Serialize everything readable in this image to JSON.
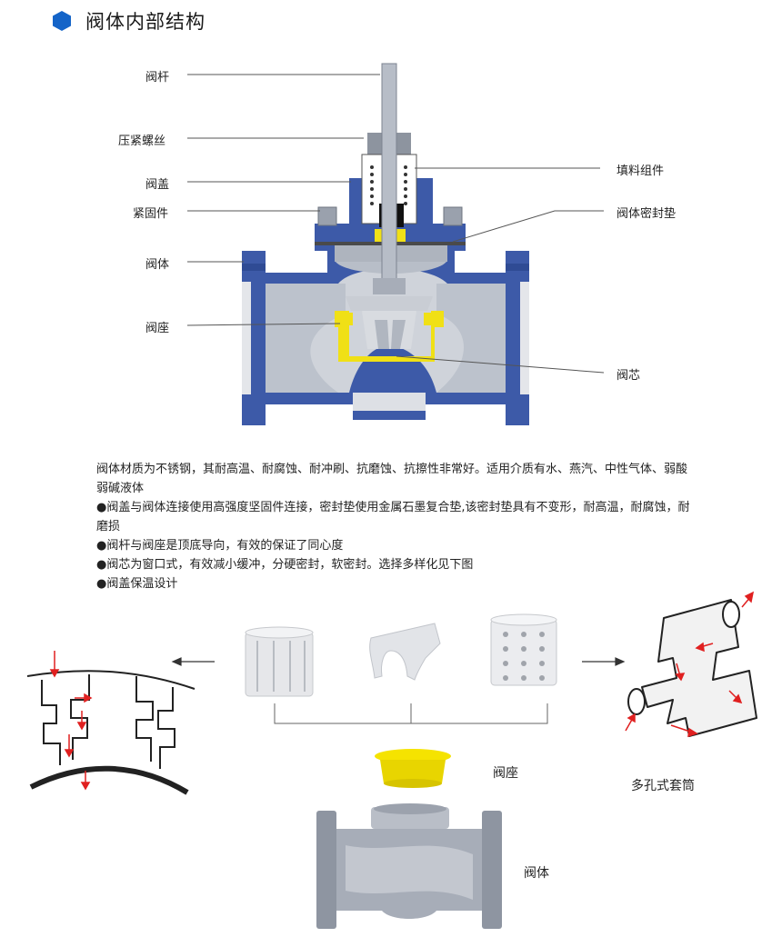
{
  "header": {
    "title": "阀体内部结构"
  },
  "diagram": {
    "labels_left": {
      "stem": "阀杆",
      "gland_screw": "压紧螺丝",
      "bonnet": "阀盖",
      "fastener": "紧固件",
      "body": "阀体",
      "seat": "阀座"
    },
    "labels_right": {
      "packing": "填料组件",
      "body_gasket": "阀体密封垫",
      "plug": "阀芯"
    }
  },
  "description": {
    "intro": "阀体材质为不锈钢，其耐高温、耐腐蚀、耐冲刷、抗磨蚀、抗擦性非常好。适用介质有水、燕汽、中性气体、弱酸弱碱液体",
    "bullets": [
      "●阀盖与阀体连接使用高强度坚固件连接，密封垫使用金属石墨复合垫,该密封垫具有不变形，耐高温，耐腐蚀，耐磨损",
      "●阀杆与阀座是顶底导向，有效的保证了同心度",
      "●阀芯为窗口式，有效减小缓冲，分硬密封，软密封。选择多样化见下图",
      "●阀盖保温设计"
    ]
  },
  "lower": {
    "seat_label": "阀座",
    "body_label": "阀体",
    "cage_label": "多孔式套筒"
  },
  "colors": {
    "accent_blue": "#1464c8",
    "cast_blue": "#3d5aa8",
    "steel_gray": "#c9ced6",
    "seat_yellow": "#f0e016",
    "arrow_red": "#e02020"
  }
}
